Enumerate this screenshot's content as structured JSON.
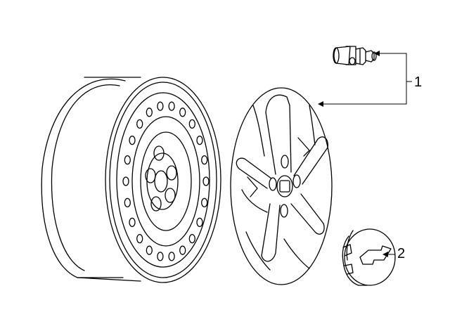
{
  "callouts": [
    {
      "number": "1",
      "part": "wheel-nut"
    },
    {
      "number": "2",
      "part": "center-cap"
    }
  ],
  "parts": [
    "steel-wheel",
    "wheel-cover",
    "wheel-nut",
    "center-cap"
  ],
  "colors": {
    "line": "#000000",
    "background": "#ffffff"
  }
}
